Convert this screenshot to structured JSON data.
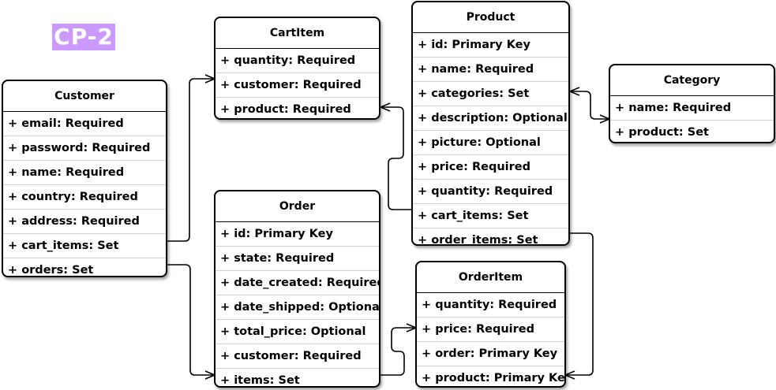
{
  "badge": "CP-2",
  "entities": {
    "customer": {
      "title": "Customer",
      "fields": [
        "+ email: Required",
        "+ password: Required",
        "+ name: Required",
        "+ country: Required",
        "+ address: Required",
        "+ cart_items: Set",
        "+ orders: Set"
      ]
    },
    "cartitem": {
      "title": "CartItem",
      "fields": [
        "+ quantity: Required",
        "+ customer: Required",
        "+ product: Required"
      ]
    },
    "order": {
      "title": "Order",
      "fields": [
        "+ id: Primary Key",
        "+ state: Required",
        "+ date_created: Required",
        "+ date_shipped: Optional",
        "+ total_price: Optional",
        "+ customer: Required",
        "+ items: Set"
      ]
    },
    "product": {
      "title": "Product",
      "fields": [
        "+ id: Primary Key",
        "+ name: Required",
        "+ categories: Set",
        "+ description: Optional",
        "+ picture: Optional",
        "+ price: Required",
        "+ quantity: Required",
        "+ cart_items: Set",
        "+ order_items: Set"
      ]
    },
    "category": {
      "title": "Category",
      "fields": [
        "+ name: Required",
        "+ product: Set"
      ]
    },
    "orderitem": {
      "title": "OrderItem",
      "fields": [
        "+ quantity: Required",
        "+ price: Required",
        "+ order: Primary Key",
        "+ product: Primary Key"
      ]
    }
  },
  "colors": {
    "badge_bg": "#cc99ff",
    "badge_text": "#ffffff",
    "border": "#000000"
  }
}
